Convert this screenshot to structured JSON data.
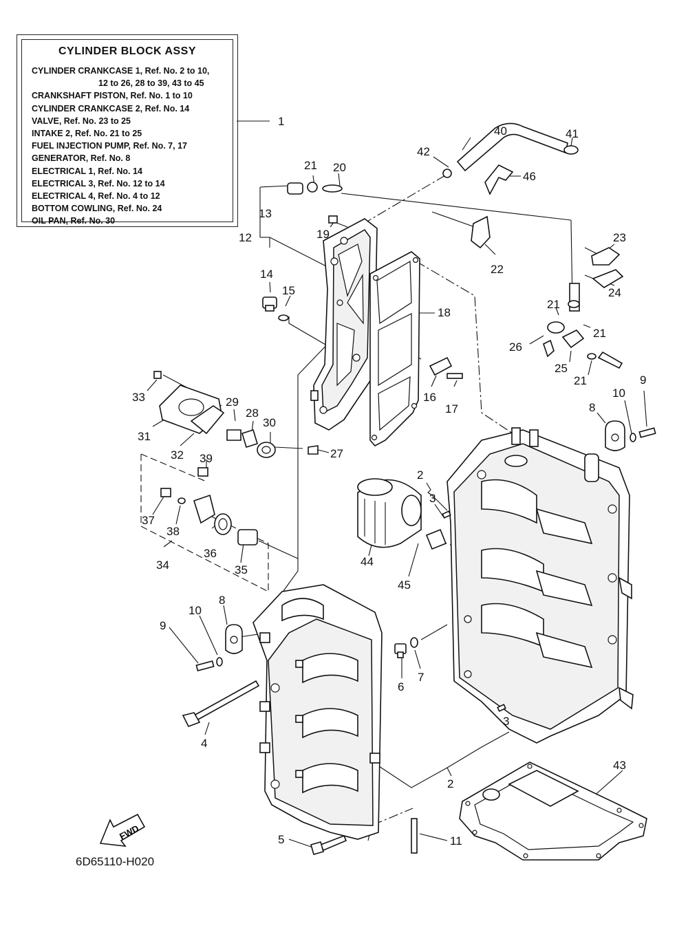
{
  "legend": {
    "title": "CYLINDER BLOCK ASSY",
    "lines": [
      "CYLINDER CRANKCASE 1,  Ref. No. 2 to 10,",
      "12 to 26, 28 to 39, 43 to 45",
      "CRANKSHAFT PISTON,  Ref. No. 1 to 10",
      "CYLINDER  CRANKCASE 2,  Ref. No. 14",
      "VALVE,  Ref. No. 23 to 25",
      "INTAKE 2,  Ref. No. 21 to 25",
      "FUEL INJECTION PUMP,  Ref. No. 7, 17",
      "GENERATOR,  Ref. No. 8",
      "ELECTRICAL  1,  Ref. No. 14",
      "ELECTRICAL  3,  Ref. No. 12 to 14",
      "ELECTRICAL  4,  Ref. No. 4 to 12",
      "BOTTOM COWLING,  Ref. No. 24",
      "OIL PAN,  Ref. No. 30"
    ]
  },
  "callouts": {
    "c1": "1",
    "c2a": "2",
    "c2b": "2",
    "c3a": "3",
    "c3b": "3",
    "c4": "4",
    "c5": "5",
    "c6": "6",
    "c7": "7",
    "c8a": "8",
    "c8b": "8",
    "c9a": "9",
    "c9b": "9",
    "c10a": "10",
    "c10b": "10",
    "c11": "11",
    "c12": "12",
    "c13": "13",
    "c14": "14",
    "c15": "15",
    "c16": "16",
    "c17": "17",
    "c18": "18",
    "c19": "19",
    "c20": "20",
    "c21a": "21",
    "c21b": "21",
    "c21c": "21",
    "c21d": "21",
    "c22": "22",
    "c23": "23",
    "c24": "24",
    "c25": "25",
    "c26": "26",
    "c27": "27",
    "c28": "28",
    "c29": "29",
    "c30": "30",
    "c31": "31",
    "c32": "32",
    "c33": "33",
    "c34": "34",
    "c35": "35",
    "c36": "36",
    "c37": "37",
    "c38": "38",
    "c39": "39",
    "c40": "40",
    "c41": "41",
    "c42": "42",
    "c43": "43",
    "c44": "44",
    "c45": "45",
    "c46": "46"
  },
  "fwd_label": "FWD",
  "diagram_code": "6D65110-H020"
}
